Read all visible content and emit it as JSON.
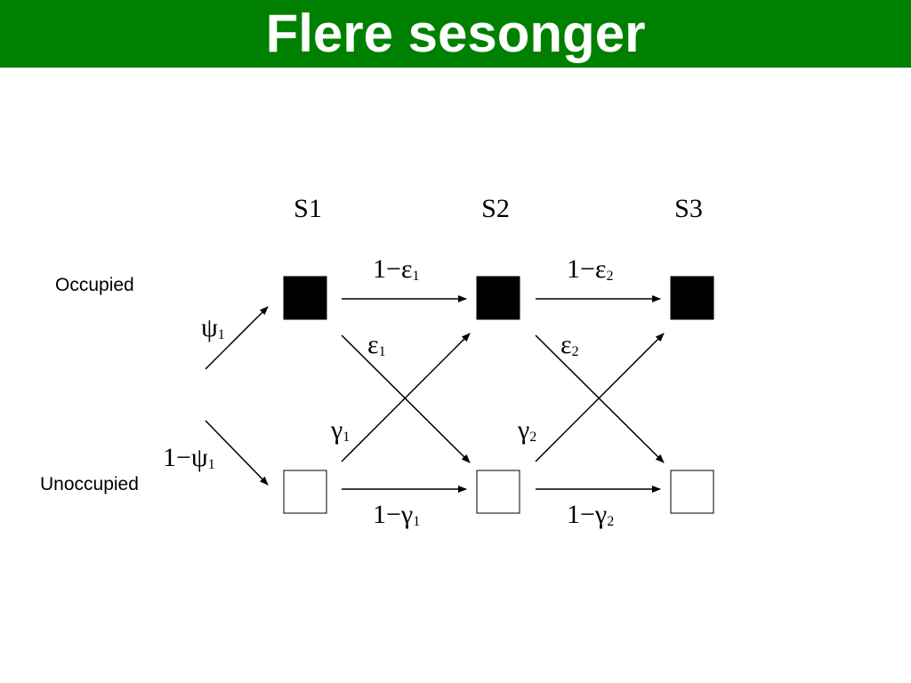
{
  "title": "Flere sesonger",
  "colors": {
    "title_bar": "#008000",
    "title_text": "#ffffff",
    "occupied_fill": "#000000",
    "unoccupied_fill": "#ffffff"
  },
  "rows": {
    "occupied": "Occupied",
    "unoccupied": "Unoccupied"
  },
  "stages": [
    "S1",
    "S2",
    "S3"
  ],
  "initial": {
    "psi": {
      "base": "ψ",
      "sub": "1"
    },
    "one_minus_psi": {
      "prefix": "1−",
      "base": "ψ",
      "sub": "1"
    }
  },
  "transitions": [
    {
      "persist": {
        "prefix": "1−",
        "base": "ε",
        "sub": "1"
      },
      "extinct": {
        "base": "ε",
        "sub": "1"
      },
      "colonize": {
        "base": "γ",
        "sub": "1"
      },
      "stay_empty": {
        "prefix": "1−",
        "base": "γ",
        "sub": "1"
      }
    },
    {
      "persist": {
        "prefix": "1−",
        "base": "ε",
        "sub": "2"
      },
      "extinct": {
        "base": "ε",
        "sub": "2"
      },
      "colonize": {
        "base": "γ",
        "sub": "2"
      },
      "stay_empty": {
        "prefix": "1−",
        "base": "γ",
        "sub": "2"
      }
    }
  ]
}
